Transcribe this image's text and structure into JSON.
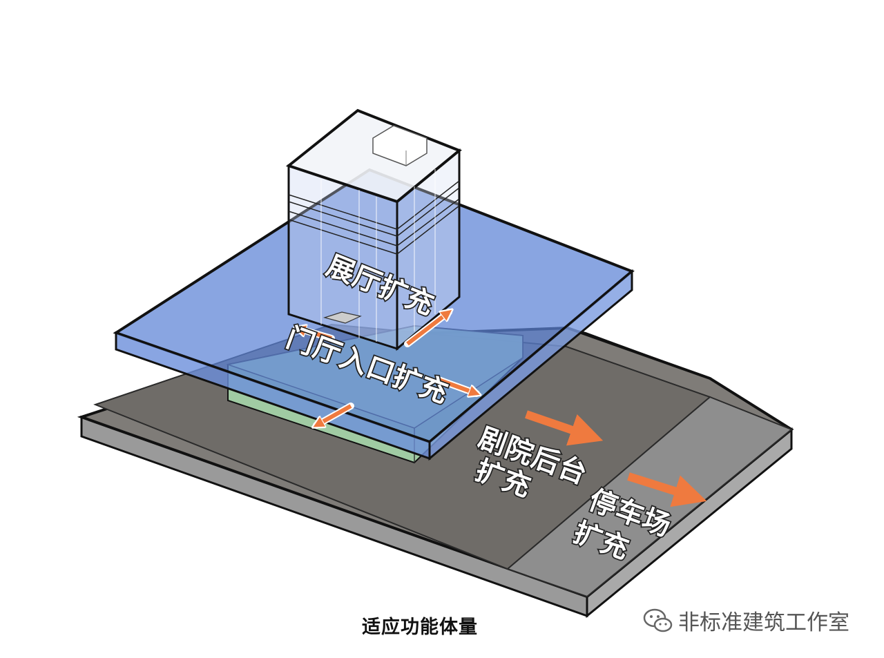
{
  "labels": {
    "exhibition": "展厅扩充",
    "lobby": "门厅入口扩充",
    "theater_backstage_line1": "剧院后台",
    "theater_backstage_line2": "扩充",
    "parking_line1": "停车场",
    "parking_line2": "扩充"
  },
  "caption": "适应功能体量",
  "watermark": {
    "text": "非标准建筑工作室",
    "icon": "wechat-icon"
  },
  "colors": {
    "blue_volume": "#5b82d6",
    "green_volume": "#9fd6a8",
    "base_slab": "#7f7c78",
    "parking_slab": "#8e8e8e",
    "beige_strip": "#e6d3bb",
    "arrow": "#ef7a3f",
    "outline": "#111111"
  }
}
